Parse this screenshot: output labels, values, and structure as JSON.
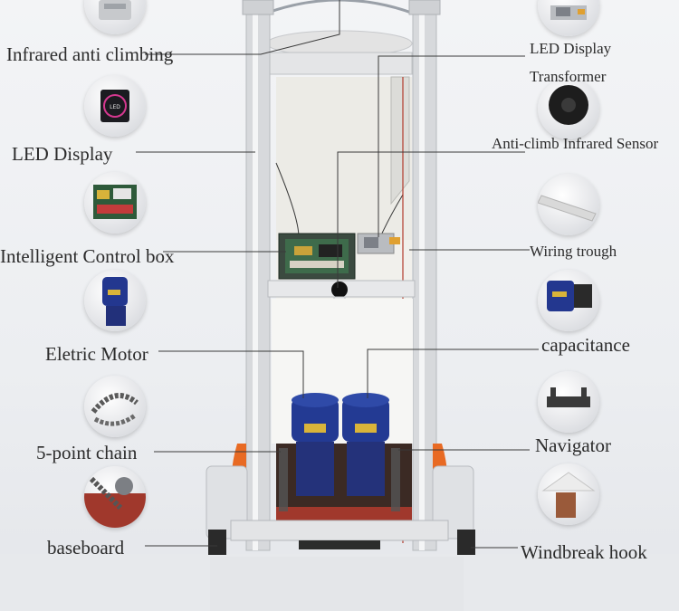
{
  "labels": {
    "infrared_anti_climbing": "Infrared anti climbing",
    "led_display_left": "LED Display",
    "intelligent_control_box": "Intelligent Control box",
    "electric_motor": "Eletric Motor",
    "five_point_chain": "5-point chain",
    "baseboard": "baseboard",
    "led_display_right": "LED Display",
    "transformer": "Transformer",
    "anti_climb_sensor": "Anti-climb Infrared Sensor",
    "wiring_trough": "Wiring trough",
    "capacitance": "capacitance",
    "navigator": "Navigator",
    "windbreak_hook": "Windbreak hook"
  },
  "icons": {
    "infrared_anti_climbing": "infrared-sensor-icon",
    "led_display_left": "led-display-icon",
    "intelligent_control_box": "control-board-icon",
    "electric_motor": "motor-icon",
    "five_point_chain": "chain-icon",
    "baseboard": "baseboard-icon",
    "led_display_right": "led-module-icon",
    "transformer": "transformer-icon",
    "wiring_trough": "wiring-trough-icon",
    "capacitance": "capacitor-motor-icon",
    "navigator": "navigator-icon",
    "windbreak_hook": "windbreak-hook-icon"
  },
  "colors": {
    "frame": "#d9dbde",
    "orange_accent": "#e86a23",
    "motor_blue": "#23378f",
    "board_green": "#2e5a3a",
    "wheel_dark": "#2a2a2a"
  }
}
